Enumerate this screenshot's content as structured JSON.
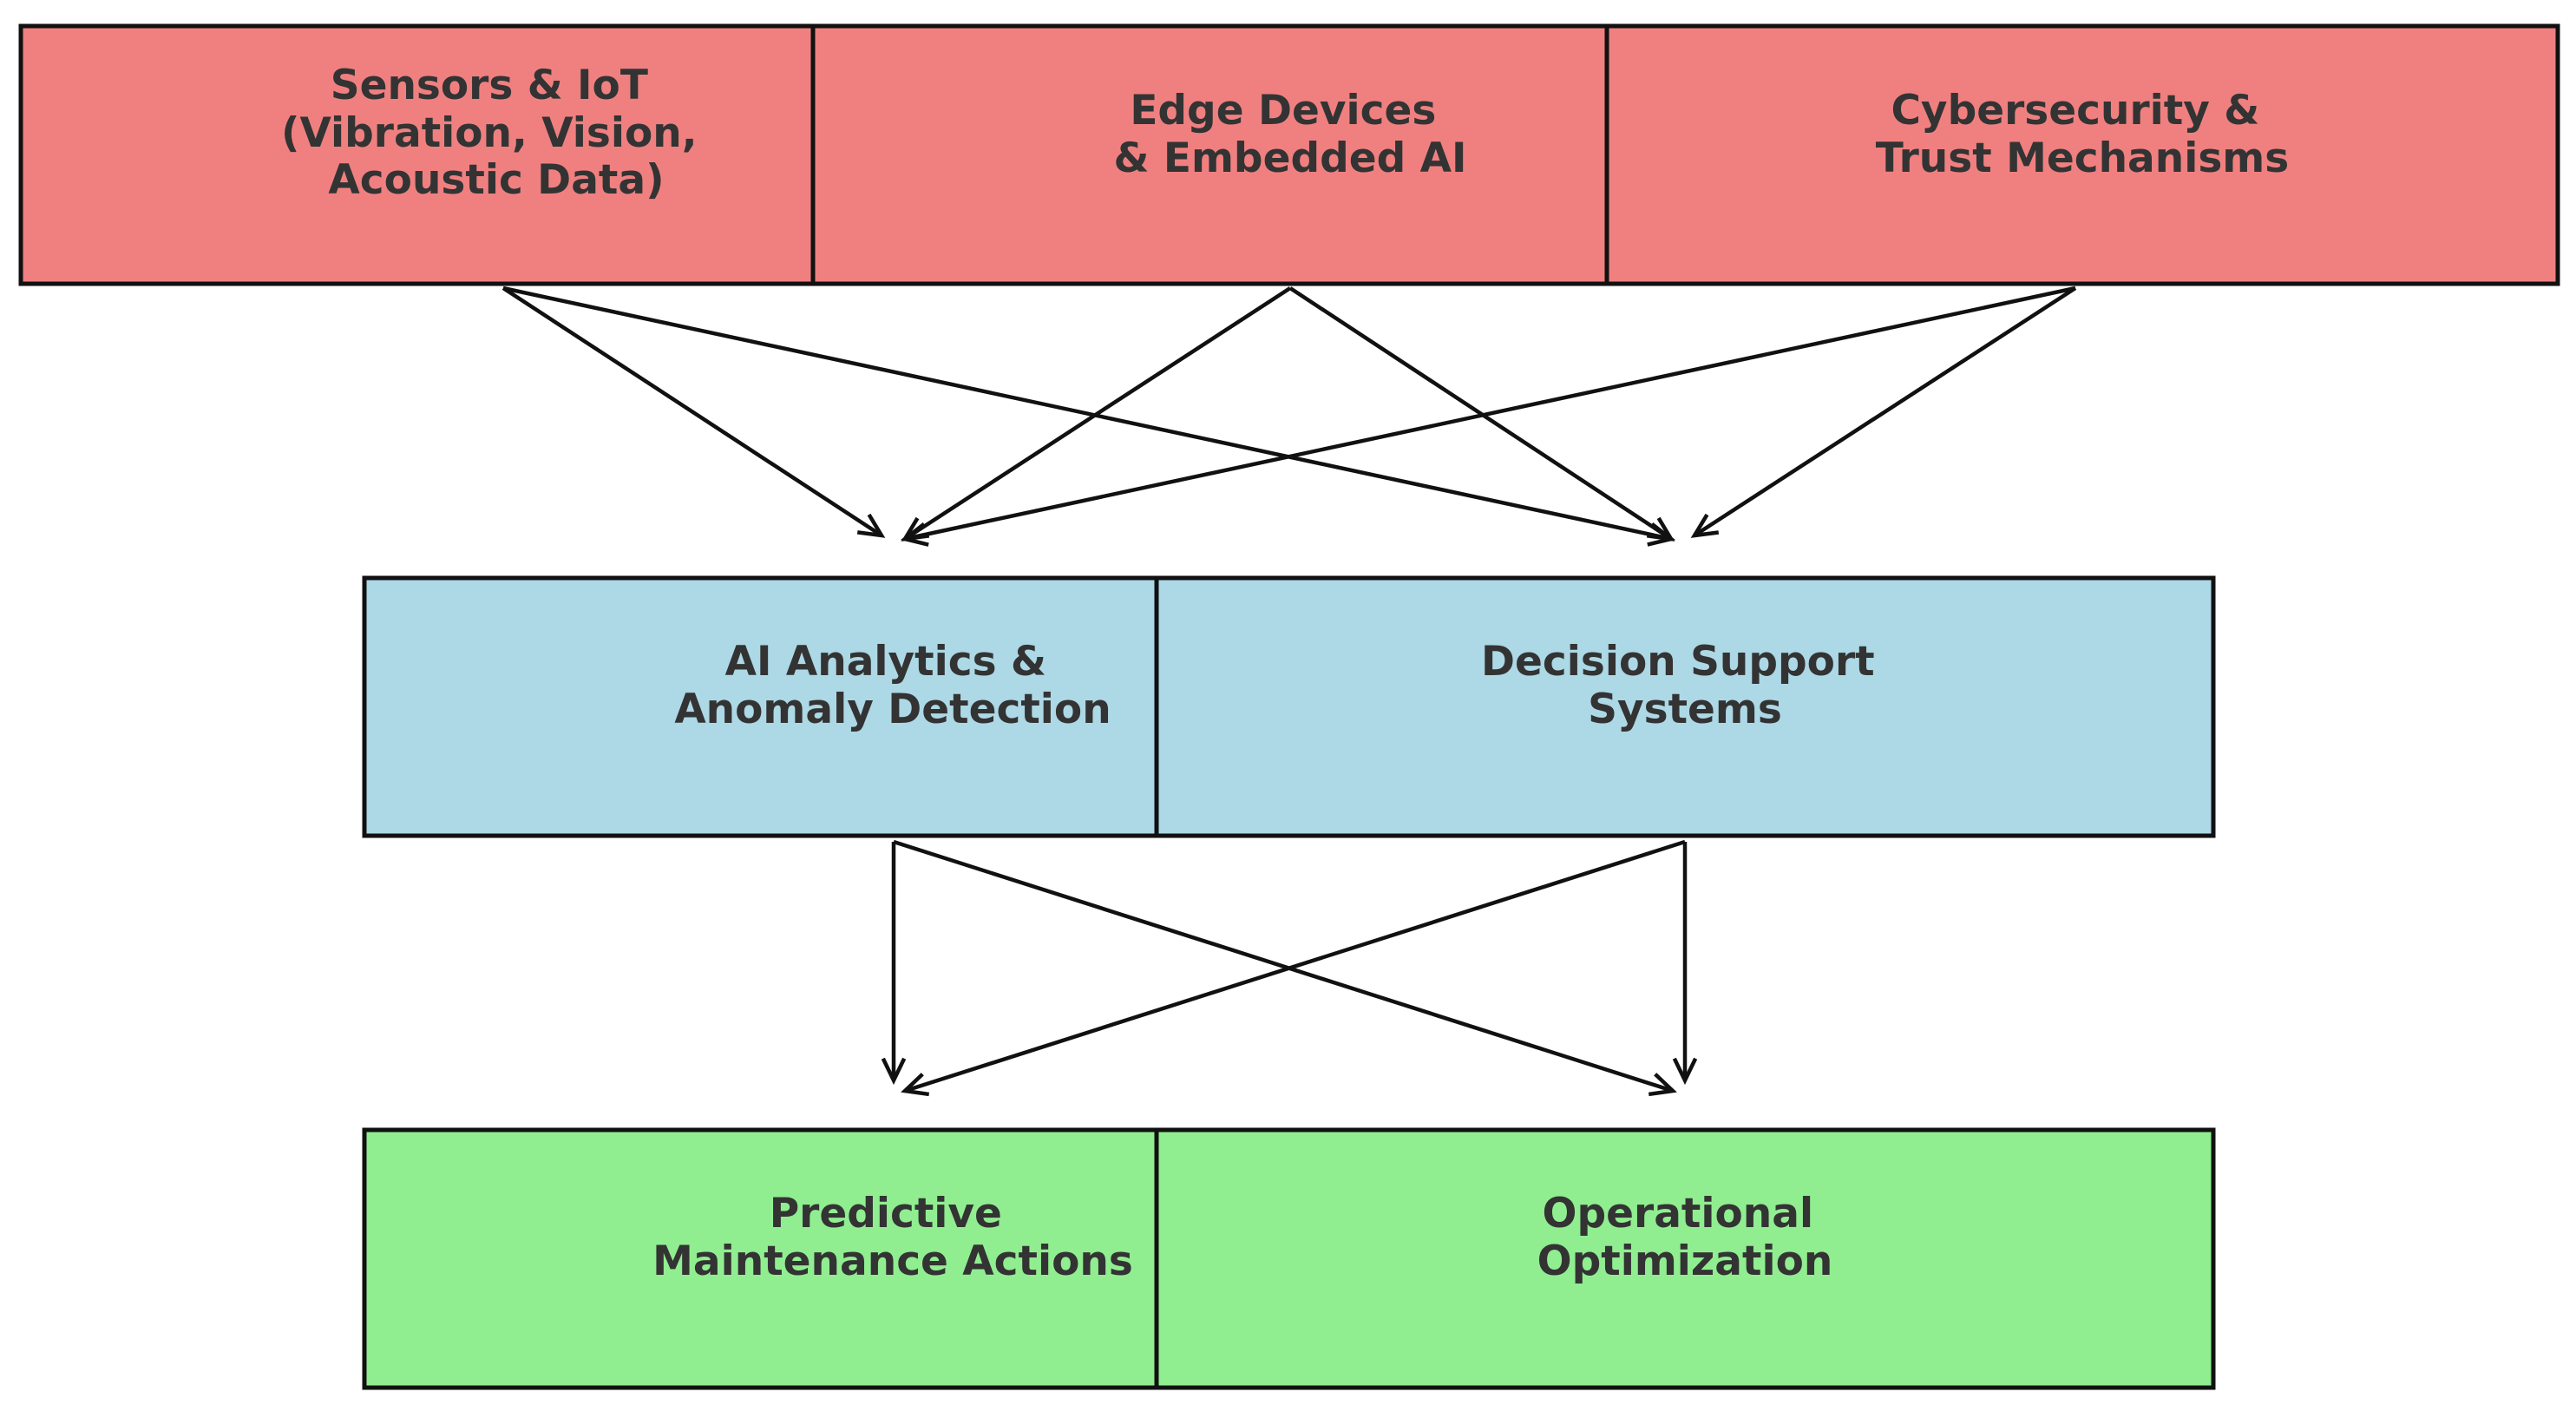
{
  "colors": {
    "sources": "#F08080",
    "processing": "#ADD8E6",
    "outcomes": "#90EE90",
    "stroke": "#111111",
    "text": "#333333"
  },
  "layers": {
    "sources": {
      "nodes": [
        {
          "id": "sensors",
          "lines": [
            "Sensors & IoT",
            "(Vibration, Vision,",
            "Acoustic Data)"
          ]
        },
        {
          "id": "edge",
          "lines": [
            "Edge Devices",
            "& Embedded AI"
          ]
        },
        {
          "id": "cyber",
          "lines": [
            "Cybersecurity &",
            "Trust Mechanisms"
          ]
        }
      ]
    },
    "processing": {
      "nodes": [
        {
          "id": "analytics",
          "lines": [
            "AI Analytics &",
            "Anomaly Detection"
          ]
        },
        {
          "id": "dss",
          "lines": [
            "Decision Support",
            "Systems"
          ]
        }
      ]
    },
    "outcomes": {
      "nodes": [
        {
          "id": "pm",
          "lines": [
            "Predictive",
            "Maintenance Actions"
          ]
        },
        {
          "id": "opt",
          "lines": [
            "Operational",
            "Optimization"
          ]
        }
      ]
    }
  },
  "edges": [
    {
      "from": "sensors",
      "to": "analytics"
    },
    {
      "from": "sensors",
      "to": "dss"
    },
    {
      "from": "edge",
      "to": "analytics"
    },
    {
      "from": "edge",
      "to": "dss"
    },
    {
      "from": "cyber",
      "to": "analytics"
    },
    {
      "from": "cyber",
      "to": "dss"
    },
    {
      "from": "analytics",
      "to": "pm"
    },
    {
      "from": "analytics",
      "to": "opt"
    },
    {
      "from": "dss",
      "to": "pm"
    },
    {
      "from": "dss",
      "to": "opt"
    }
  ]
}
